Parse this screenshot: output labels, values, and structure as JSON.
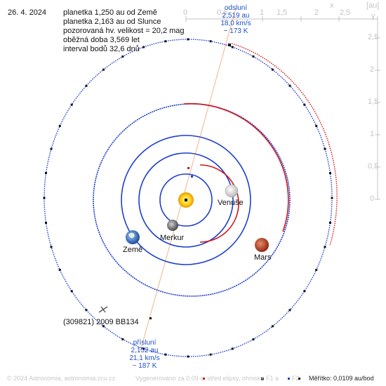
{
  "header": {
    "date": "26. 4. 2024",
    "info_lines": [
      "planetka 1,250 au od Země",
      "planetka 2,163 au od Slunce",
      "pozorovaná hv. velikost = 20,2 mag",
      "oběžná doba 3,569 let",
      "interval bodů 32,6 dnů"
    ]
  },
  "axes": {
    "unit_label": "[au]",
    "x_axis_name": "x",
    "y_axis_name": "y",
    "x_ticks": [
      "0",
      "0,5",
      "1",
      "1,5",
      "2",
      "2,5"
    ],
    "y_ticks": [
      "2,5",
      "2",
      "1,5",
      "1",
      "0,5",
      "0"
    ]
  },
  "bodies": {
    "venus": "Venuše",
    "earth": "Země",
    "mercury": "Merkur",
    "mars": "Mars",
    "asteroid": "(309821) 2009 BB134"
  },
  "aphelion": {
    "title": "odsluní",
    "distance": "2,519 au",
    "speed": "18,0 km/s",
    "temperature": "~ 173 K"
  },
  "perihelion": {
    "title": "přísluní",
    "distance": "2,152 au",
    "speed": "21,1 km/s",
    "temperature": "~ 187 K"
  },
  "footer": {
    "copyright": "© 2024 Astronomia, astronomia.zcu.cz",
    "render_time": "Vygenerováno za 0,09 s",
    "legend_center": "střed elipsy, ohniska",
    "legend_f1": "F1 a",
    "legend_f2": "F2",
    "scale": "Měřítko: 0,0109 au/bod"
  },
  "colors": {
    "orbit_blue": "#1e3fd0",
    "orbit_red": "#d01818",
    "apsis_line": "#f2b48a",
    "axis": "#c4c4c4",
    "label_blue": "#1e50c8",
    "sun": "#f5c400"
  }
}
